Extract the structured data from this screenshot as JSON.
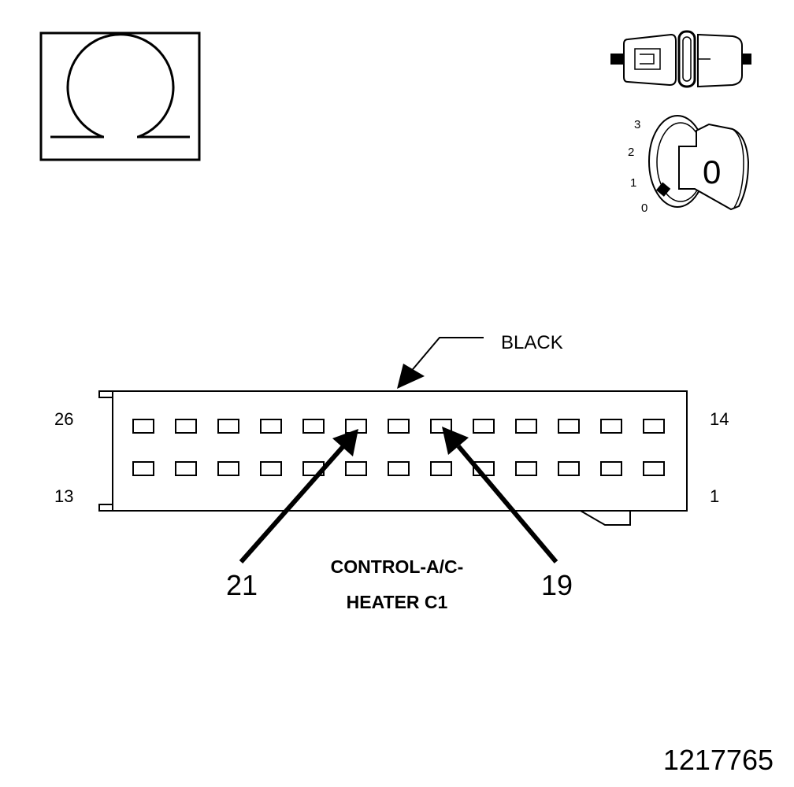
{
  "connector": {
    "color_label": "BLACK",
    "name_line1": "CONTROL-A/C-",
    "name_line2": "HEATER C1",
    "pin_labels": {
      "top_left": "26",
      "bottom_left": "13",
      "top_right": "14",
      "bottom_right": "1"
    },
    "callouts": [
      "21",
      "19"
    ]
  },
  "icons": {
    "ohmmeter": "omega-icon",
    "disconnected": "connector-disconnected-icon",
    "ignition": "ignition-key-icon"
  },
  "ignition_key": {
    "positions": [
      "3",
      "2",
      "1",
      "0"
    ],
    "key_label": "0"
  },
  "figure_id": "1217765"
}
